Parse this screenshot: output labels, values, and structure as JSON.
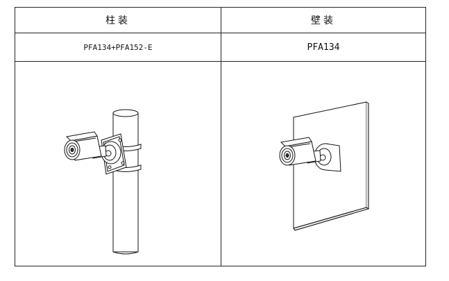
{
  "table": {
    "headers": [
      "柱装",
      "壁装"
    ],
    "models": [
      "PFA134+PFA152-E",
      "PFA134"
    ]
  },
  "illustrations": {
    "left": "pole-mount-camera-illustration",
    "right": "wall-mount-camera-illustration"
  }
}
